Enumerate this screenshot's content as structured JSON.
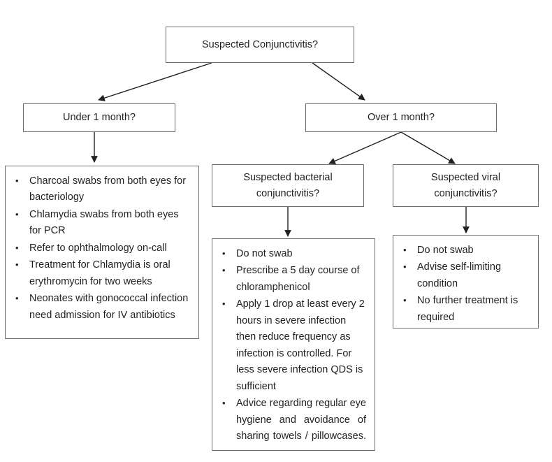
{
  "diagram": {
    "title": "Suspected Conjunctivitis management flowchart",
    "background_color": "#ffffff",
    "border_color": "#6d6d6d",
    "text_color": "#231f20",
    "line_color": "#231f20"
  },
  "nodes": {
    "root": {
      "label": "Suspected Conjunctivitis?"
    },
    "under_one_month": {
      "label": "Under 1 month?"
    },
    "over_one_month": {
      "label": "Over 1 month?"
    },
    "bacterial": {
      "line1": "Suspected bacterial",
      "line2": "conjunctivitis?"
    },
    "viral": {
      "line1": "Suspected viral",
      "line2": "conjunctivitis?"
    },
    "neonatal_actions": {
      "bullet": "•",
      "items": [
        "Charcoal swabs from both eyes for bacteriology",
        "Chlamydia swabs from both eyes for PCR",
        "Refer to ophthalmology on-call",
        "Treatment for Chlamydia is oral erythromycin for two weeks",
        "Neonates with gonococcal infection need admission for IV antibiotics"
      ]
    },
    "bacterial_actions": {
      "bullet": "•",
      "items": [
        "Do not swab",
        "Prescribe a 5 day course of chloramphenicol",
        "Apply 1 drop at least every 2 hours in severe infection then reduce frequency as infection is controlled. For less severe infection QDS is sufficient",
        "Advice regarding regular eye hygiene and avoidance of sharing towels / pillowcases."
      ]
    },
    "viral_actions": {
      "bullet": "•",
      "items": [
        "Do not swab",
        "Advise self-limiting condition",
        "No further treatment is required"
      ]
    }
  }
}
